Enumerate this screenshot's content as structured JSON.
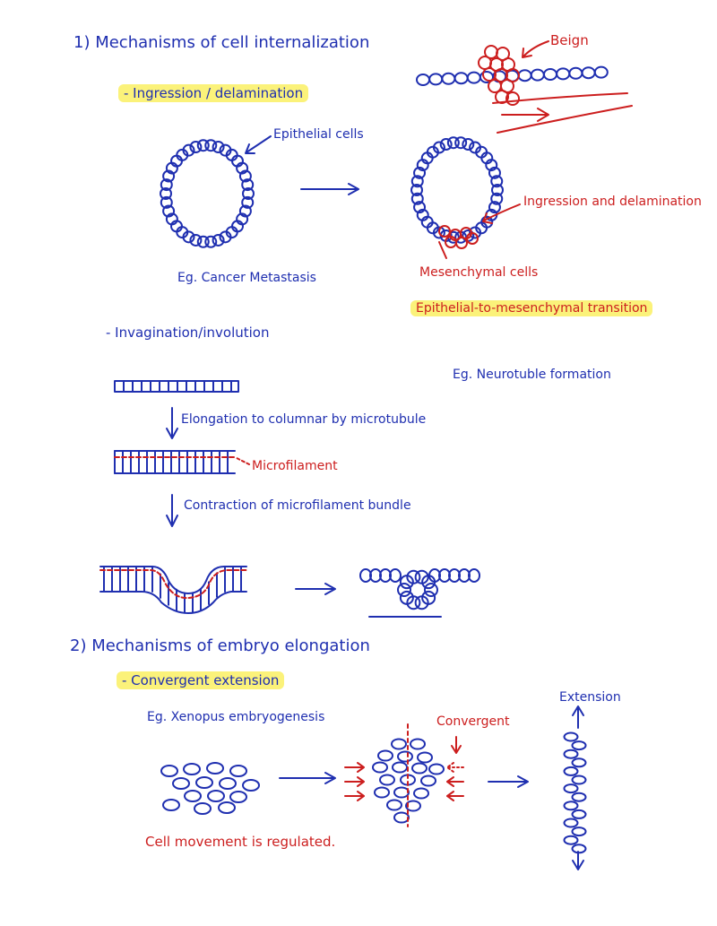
{
  "colors": {
    "ink_blue": "#1f2fb0",
    "ink_red": "#cc1e1e",
    "highlight": "#fbf27a"
  },
  "section1": {
    "title": "1) Mechanisms of cell internalization",
    "ingression": {
      "heading": "- Ingression / delamination",
      "epithelial_label": "Epithelial cells",
      "example": "Eg. Cancer Metastasis",
      "benign_label": "Beign",
      "ingression_label": "Ingression and delamination",
      "mesenchymal_label": "Mesenchymal cells",
      "emt_label": "Epithelial-to-mesenchymal transition"
    },
    "invagination": {
      "heading": "- Invagination/involution",
      "example": "Eg. Neurotuble formation",
      "step1": "Elongation to columnar by microtubule",
      "microfilament_label": "Microfilament",
      "step2": "Contraction of microfilament bundle"
    }
  },
  "section2": {
    "title": "2) Mechanisms of embryo elongation",
    "heading": "- Convergent extension",
    "example": "Eg. Xenopus embryogenesis",
    "convergent_label": "Convergent",
    "extension_label": "Extension",
    "note": "Cell movement is regulated."
  }
}
